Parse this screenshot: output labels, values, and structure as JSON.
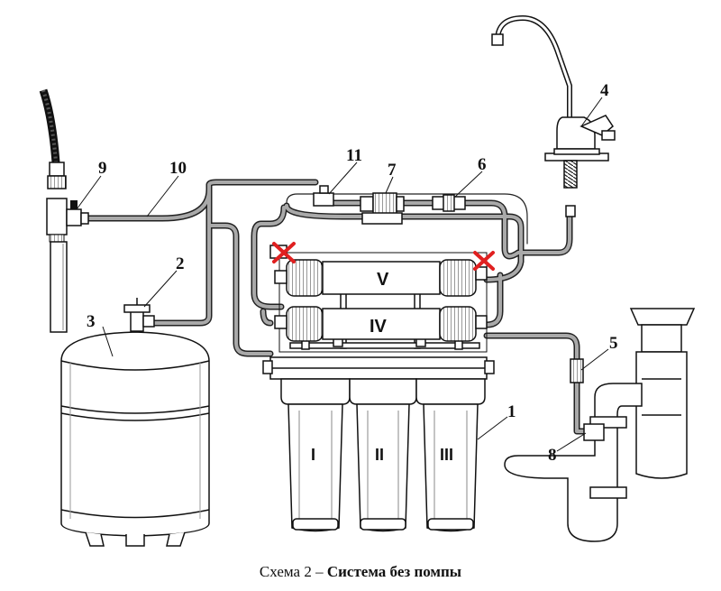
{
  "caption": {
    "prefix": "Схема 2 –",
    "title": "Система без помпы"
  },
  "callouts": [
    "1",
    "2",
    "3",
    "4",
    "5",
    "6",
    "7",
    "8",
    "9",
    "10",
    "11"
  ],
  "housings": [
    "I",
    "II",
    "III"
  ],
  "membranes": [
    "V",
    "IV"
  ],
  "colors": {
    "tube": "#a9a9a9",
    "line": "#222222",
    "cross": "#e02020"
  },
  "icons": [
    "tap-icon",
    "valve-icon",
    "cross-mark-icon"
  ]
}
